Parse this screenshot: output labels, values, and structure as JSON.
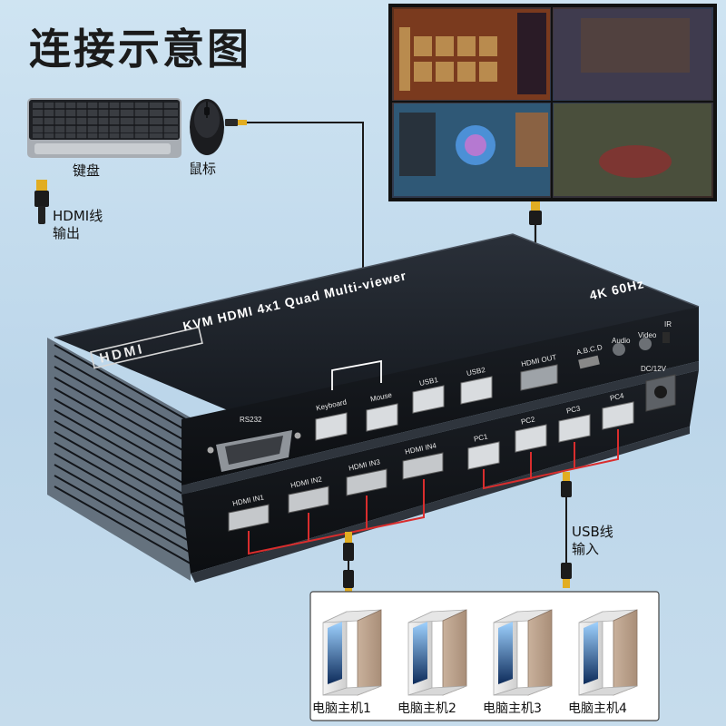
{
  "title": "连接示意图",
  "captions": {
    "keyboard": "键盘",
    "mouse": "鼠标",
    "hdmi_out_line1": "HDMI线",
    "hdmi_out_line2": "输出",
    "usb_in_line1": "USB线",
    "usb_in_line2": "输入"
  },
  "device": {
    "model": "KVM  HDMI 4x1 Quad Multi-viewer",
    "resolution": "4K 60Hz",
    "ports": {
      "rs232": "RS232",
      "keyboard": "Keyboard",
      "mouse": "Mouse",
      "usb1": "USB1",
      "usb2": "USB2",
      "hdmi_out": "HDMI OUT",
      "abcd": "A.B.C.D",
      "audio": "Audio",
      "video": "Video",
      "ir": "IR",
      "dc": "DC/12V",
      "pc1": "PC1",
      "pc2": "PC2",
      "pc3": "PC3",
      "pc4": "PC4",
      "hdmi_in1": "HDMI IN1",
      "hdmi_in2": "HDMI IN2",
      "hdmi_in3": "HDMI IN3",
      "hdmi_in4": "HDMI IN4"
    }
  },
  "pcs": [
    "电脑主机1",
    "电脑主机2",
    "电脑主机3",
    "电脑主机4"
  ],
  "colors": {
    "background": "#c3dced",
    "wiring": "#d92d2d",
    "device_body": "#15191f",
    "connector_gold": "#e1ad22"
  }
}
